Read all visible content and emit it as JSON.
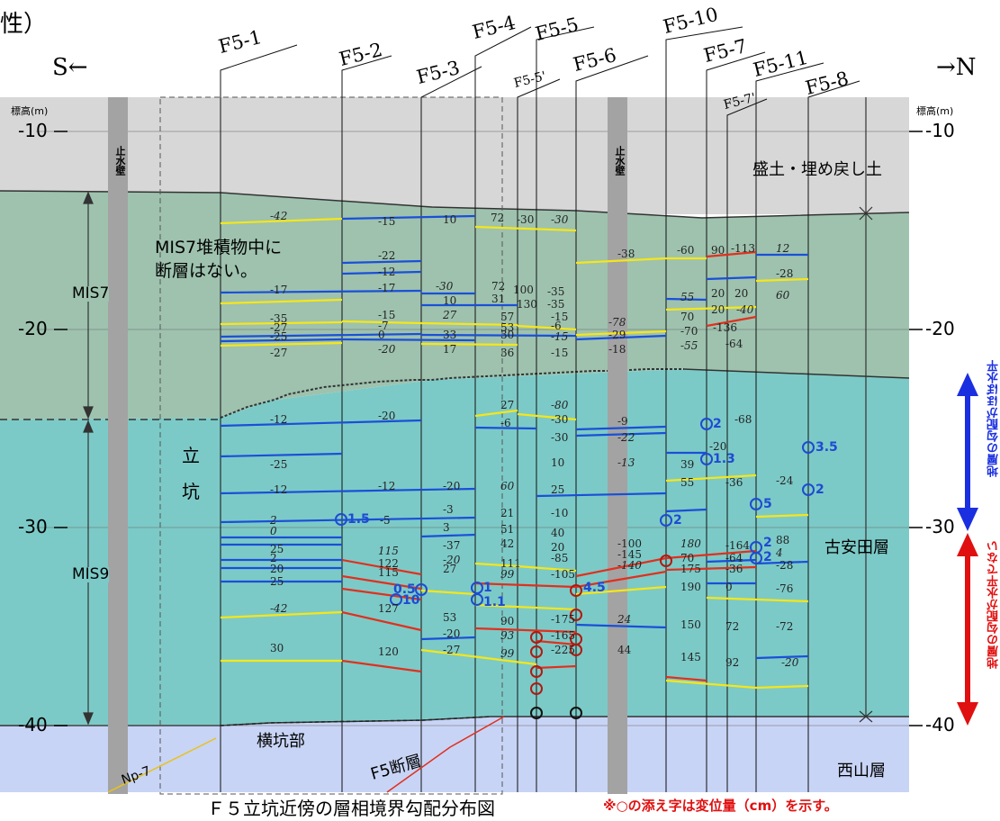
{
  "page_title_fragment": "性）",
  "direction_south": "S←",
  "direction_north": "→N",
  "axis_label_left": "標高(m)",
  "axis_label_right": "標高(m)",
  "y_ticks": [
    "-10",
    "-20",
    "-30",
    "-40"
  ],
  "boreholes": [
    {
      "id": "F5-1",
      "label": "F5-1"
    },
    {
      "id": "F5-2",
      "label": "F5-2"
    },
    {
      "id": "F5-3",
      "label": "F5-3"
    },
    {
      "id": "F5-4",
      "label": "F5-4"
    },
    {
      "id": "F5-5'",
      "label": "F5-5'"
    },
    {
      "id": "F5-5",
      "label": "F5-5"
    },
    {
      "id": "F5-6",
      "label": "F5-6"
    },
    {
      "id": "F5-10",
      "label": "F5-10"
    },
    {
      "id": "F5-7",
      "label": "F5-7"
    },
    {
      "id": "F5-7'",
      "label": "F5-7'"
    },
    {
      "id": "F5-11",
      "label": "F5-11"
    },
    {
      "id": "F5-8",
      "label": "F5-8"
    }
  ],
  "layers": {
    "fill": "盛土・埋め戻し土",
    "furuyasuda": "古安田層",
    "nishiyama": "西山層",
    "mis7": "MIS7",
    "mis9": "MIS9"
  },
  "annotations": {
    "no_fault_line1": "MIS7堆積物中に",
    "no_fault_line2": "断層はない。",
    "shaft_char1": "立",
    "shaft_char2": "坑",
    "cutoff_wall": "止水壁",
    "adit": "横坑部",
    "f5_fault": "F5断層",
    "np7": "Np-7"
  },
  "right_arrows": {
    "horizontal": "地層の勾配がほぼ水平",
    "not_horizontal": "地層の勾配が水平でない"
  },
  "footer": {
    "caption": "Ｆ５立坑近傍の層相境界勾配分布図",
    "note": "※○の添え字は変位量（cm）を示す。"
  },
  "colors": {
    "sky": "#ffffff",
    "fill_layer": "#d7d7d7",
    "mis7_layer": "#9ec2ae",
    "mis9_layer": "#7ccac7",
    "nishiyama_layer": "#c8d4f5",
    "cutoff_wall": "#a3a3a3",
    "yellow_line": "#f5e61a",
    "blue_line": "#1a4fd8",
    "red_line": "#e0301e",
    "displacement_blue": "#1e4bd2",
    "displacement_red": "#b01a10",
    "arrow_blue": "#1a2fe0",
    "arrow_red": "#e01010"
  },
  "gradient_values": [
    {
      "id": "v1",
      "text": "-42"
    },
    {
      "id": "v2",
      "text": "-15"
    },
    {
      "id": "v3",
      "text": "10"
    },
    {
      "id": "v4",
      "text": "72"
    },
    {
      "id": "v5",
      "text": "-30"
    },
    {
      "id": "v6",
      "text": "-30"
    },
    {
      "id": "v7",
      "text": "-38"
    },
    {
      "id": "v8",
      "text": "-60"
    },
    {
      "id": "v9",
      "text": "90"
    },
    {
      "id": "v10",
      "text": "-113"
    },
    {
      "id": "v11",
      "text": "12"
    },
    {
      "id": "v12",
      "text": "-22"
    },
    {
      "id": "v13",
      "text": "-12"
    },
    {
      "id": "v14",
      "text": "-17"
    },
    {
      "id": "v15",
      "text": "-17"
    },
    {
      "id": "v16",
      "text": "-30"
    },
    {
      "id": "v17",
      "text": "72"
    },
    {
      "id": "v18",
      "text": "100"
    },
    {
      "id": "v19",
      "text": "-35"
    },
    {
      "id": "v20",
      "text": "-28"
    },
    {
      "id": "v21",
      "text": "60"
    },
    {
      "id": "v22",
      "text": "10"
    },
    {
      "id": "v23",
      "text": "31"
    },
    {
      "id": "v24",
      "text": "130"
    },
    {
      "id": "v25",
      "text": "-35"
    },
    {
      "id": "v26",
      "text": "55"
    },
    {
      "id": "v27",
      "text": "20"
    },
    {
      "id": "v28",
      "text": "20"
    },
    {
      "id": "v29",
      "text": "-35"
    },
    {
      "id": "v30",
      "text": "-15"
    },
    {
      "id": "v31",
      "text": "27"
    },
    {
      "id": "v32",
      "text": "57"
    },
    {
      "id": "v33",
      "text": "-15"
    },
    {
      "id": "v34",
      "text": "70"
    },
    {
      "id": "v35",
      "text": "20"
    },
    {
      "id": "v36",
      "text": "-40"
    },
    {
      "id": "v37",
      "text": "-27"
    },
    {
      "id": "v38",
      "text": "-7"
    },
    {
      "id": "v39",
      "text": "53"
    },
    {
      "id": "v40",
      "text": "-6"
    },
    {
      "id": "v41",
      "text": "-78"
    },
    {
      "id": "v42",
      "text": "-25"
    },
    {
      "id": "v43",
      "text": "0"
    },
    {
      "id": "v44",
      "text": "33"
    },
    {
      "id": "v45",
      "text": "30"
    },
    {
      "id": "v46",
      "text": "-15"
    },
    {
      "id": "v47",
      "text": "-29"
    },
    {
      "id": "v48",
      "text": "-70"
    },
    {
      "id": "v49",
      "text": "-136"
    },
    {
      "id": "v50",
      "text": "-27"
    },
    {
      "id": "v51",
      "text": "-20"
    },
    {
      "id": "v52",
      "text": "17"
    },
    {
      "id": "v53",
      "text": "36"
    },
    {
      "id": "v54",
      "text": "-15"
    },
    {
      "id": "v55",
      "text": "-18"
    },
    {
      "id": "v56",
      "text": "-55"
    },
    {
      "id": "v57",
      "text": "-64"
    },
    {
      "id": "v58",
      "text": "-12"
    },
    {
      "id": "v59",
      "text": "-20"
    },
    {
      "id": "v60",
      "text": "27"
    },
    {
      "id": "v61",
      "text": "-80"
    },
    {
      "id": "v62",
      "text": "-6"
    },
    {
      "id": "v63",
      "text": "-30"
    },
    {
      "id": "v64",
      "text": "-9"
    },
    {
      "id": "v65",
      "text": "-30"
    },
    {
      "id": "v66",
      "text": "-22"
    },
    {
      "id": "v67",
      "text": "-68"
    },
    {
      "id": "v68",
      "text": "-25"
    },
    {
      "id": "v69",
      "text": "-20"
    },
    {
      "id": "v70",
      "text": "10"
    },
    {
      "id": "v71",
      "text": "-13"
    },
    {
      "id": "v72",
      "text": "39"
    },
    {
      "id": "v73",
      "text": "-12"
    },
    {
      "id": "v74",
      "text": "-12"
    },
    {
      "id": "v75",
      "text": "-20"
    },
    {
      "id": "v76",
      "text": "60"
    },
    {
      "id": "v77",
      "text": "25"
    },
    {
      "id": "v78",
      "text": "55"
    },
    {
      "id": "v79",
      "text": "-36"
    },
    {
      "id": "v80",
      "text": "-24"
    },
    {
      "id": "v81",
      "text": "2"
    },
    {
      "id": "v82",
      "text": "-5"
    },
    {
      "id": "v83",
      "text": "-3"
    },
    {
      "id": "v84",
      "text": "21"
    },
    {
      "id": "v85",
      "text": "-10"
    },
    {
      "id": "v86",
      "text": "0"
    },
    {
      "id": "v87",
      "text": "3"
    },
    {
      "id": "v88",
      "text": "51"
    },
    {
      "id": "v89",
      "text": "40"
    },
    {
      "id": "v90",
      "text": "25"
    },
    {
      "id": "v91",
      "text": "115"
    },
    {
      "id": "v92",
      "text": "-37"
    },
    {
      "id": "v93",
      "text": "42"
    },
    {
      "id": "v94",
      "text": "20"
    },
    {
      "id": "v95",
      "text": "-100"
    },
    {
      "id": "v96",
      "text": "180"
    },
    {
      "id": "v97",
      "text": "-164"
    },
    {
      "id": "v98",
      "text": "88"
    },
    {
      "id": "v99",
      "text": "2"
    },
    {
      "id": "v100",
      "text": "122"
    },
    {
      "id": "v101",
      "text": "-20"
    },
    {
      "id": "v102",
      "text": "-85"
    },
    {
      "id": "v103",
      "text": "-145"
    },
    {
      "id": "v104",
      "text": "70"
    },
    {
      "id": "v105",
      "text": "-64"
    },
    {
      "id": "v106",
      "text": "4"
    },
    {
      "id": "v107",
      "text": "20"
    },
    {
      "id": "v108",
      "text": "115"
    },
    {
      "id": "v109",
      "text": "27"
    },
    {
      "id": "v110",
      "text": "111"
    },
    {
      "id": "v111",
      "text": "-140"
    },
    {
      "id": "v112",
      "text": "175"
    },
    {
      "id": "v113",
      "text": "-36"
    },
    {
      "id": "v114",
      "text": "-28"
    },
    {
      "id": "v115",
      "text": "25"
    },
    {
      "id": "v116",
      "text": "99"
    },
    {
      "id": "v117",
      "text": "-105"
    },
    {
      "id": "v118",
      "text": "190"
    },
    {
      "id": "v119",
      "text": "0"
    },
    {
      "id": "v120",
      "text": "-76"
    },
    {
      "id": "v121",
      "text": "-42"
    },
    {
      "id": "v122",
      "text": "127"
    },
    {
      "id": "v123",
      "text": "53"
    },
    {
      "id": "v124",
      "text": "90"
    },
    {
      "id": "v125",
      "text": "-175"
    },
    {
      "id": "v126",
      "text": "24"
    },
    {
      "id": "v127",
      "text": "150"
    },
    {
      "id": "v128",
      "text": "72"
    },
    {
      "id": "v129",
      "text": "-72"
    },
    {
      "id": "v130",
      "text": "-20"
    },
    {
      "id": "v131",
      "text": "93"
    },
    {
      "id": "v132",
      "text": "-165"
    },
    {
      "id": "v133",
      "text": "30"
    },
    {
      "id": "v134",
      "text": "120"
    },
    {
      "id": "v135",
      "text": "-27"
    },
    {
      "id": "v136",
      "text": "99"
    },
    {
      "id": "v137",
      "text": "-225"
    },
    {
      "id": "v138",
      "text": "44"
    },
    {
      "id": "v139",
      "text": "145"
    },
    {
      "id": "v140",
      "text": "92"
    },
    {
      "id": "v141",
      "text": "-20"
    }
  ],
  "displacements": [
    {
      "id": "d1",
      "text": "1.5"
    },
    {
      "id": "d2",
      "text": "0.5"
    },
    {
      "id": "d3",
      "text": "10"
    },
    {
      "id": "d4",
      "text": "1"
    },
    {
      "id": "d5",
      "text": "1.1"
    },
    {
      "id": "d6",
      "text": "4.5"
    },
    {
      "id": "d7",
      "text": "2"
    },
    {
      "id": "d8",
      "text": "2"
    },
    {
      "id": "d9",
      "text": "1.3"
    },
    {
      "id": "d10",
      "text": "5"
    },
    {
      "id": "d11",
      "text": "2"
    },
    {
      "id": "d12",
      "text": "2"
    },
    {
      "id": "d13",
      "text": "3.5"
    },
    {
      "id": "d14",
      "text": "2"
    }
  ]
}
